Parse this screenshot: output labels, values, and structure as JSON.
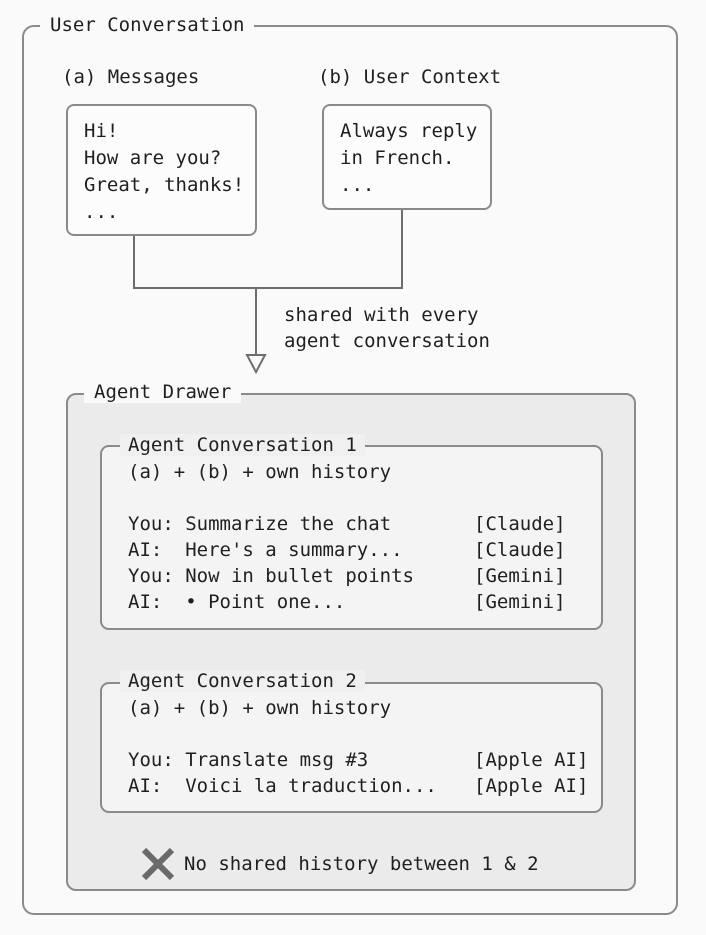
{
  "outer": {
    "title": "User Conversation"
  },
  "messages": {
    "label": "(a) Messages",
    "lines": [
      "Hi!",
      "How are you?",
      "Great, thanks!",
      "..."
    ]
  },
  "context": {
    "label": "(b) User Context",
    "lines": [
      "Always reply",
      "in French.",
      "..."
    ]
  },
  "shared_note": [
    "shared with every",
    "agent conversation"
  ],
  "drawer": {
    "title": "Agent Drawer"
  },
  "conversations": [
    {
      "title": "Agent Conversation 1",
      "subtitle": "(a) + (b) + own history",
      "rows": [
        {
          "text": "You: Summarize the chat",
          "model": "[Claude]"
        },
        {
          "text": "AI:  Here's a summary...",
          "model": "[Claude]"
        },
        {
          "text": "You: Now in bullet points",
          "model": "[Gemini]"
        },
        {
          "text": "AI:  • Point one...",
          "model": "[Gemini]"
        }
      ]
    },
    {
      "title": "Agent Conversation 2",
      "subtitle": "(a) + (b) + own history",
      "rows": [
        {
          "text": "You: Translate msg #3",
          "model": "[Apple AI]"
        },
        {
          "text": "AI:  Voici la traduction...",
          "model": "[Apple AI]"
        }
      ]
    }
  ],
  "footer": {
    "icon": "x-mark-icon",
    "text": "No shared history between 1 & 2"
  }
}
